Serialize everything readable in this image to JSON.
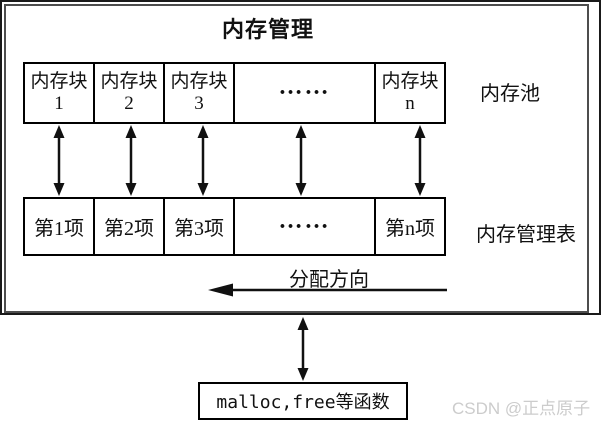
{
  "title": "内存管理",
  "pool": {
    "label": "内存池",
    "cells": [
      {
        "line1": "内存块",
        "line2": "1"
      },
      {
        "line1": "内存块",
        "line2": "2"
      },
      {
        "line1": "内存块",
        "line2": "3"
      },
      {
        "dots": "……"
      },
      {
        "line1": "内存块",
        "line2": "n"
      }
    ]
  },
  "table": {
    "label": "内存管理表",
    "cells": [
      {
        "label": "第1项"
      },
      {
        "label": "第2项"
      },
      {
        "label": "第3项"
      },
      {
        "dots": "……"
      },
      {
        "label": "第n项"
      }
    ]
  },
  "allocation": {
    "label": "分配方向"
  },
  "api_box": {
    "label": "malloc,free等函数"
  },
  "watermark": "CSDN @正点原子",
  "colors": {
    "line": "#111111",
    "outer_frame": "#1a1a1a",
    "inner_frame": "#4d4d4d",
    "watermark": "#cccccc",
    "background": "#ffffff"
  }
}
